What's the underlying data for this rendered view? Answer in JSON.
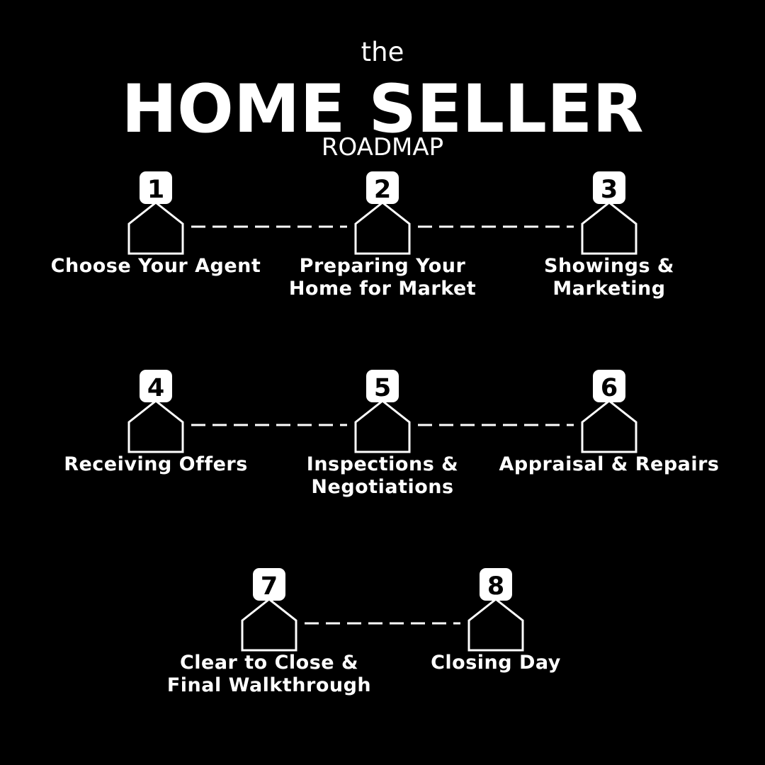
{
  "header": {
    "pre": "the",
    "title": "HOME SELLER",
    "sub": "ROADMAP"
  },
  "steps": [
    {
      "number": "1",
      "label": "Choose Your Agent"
    },
    {
      "number": "2",
      "label": "Preparing Your Home for Market"
    },
    {
      "number": "3",
      "label": "Showings & Marketing"
    },
    {
      "number": "4",
      "label": "Receiving Offers"
    },
    {
      "number": "5",
      "label": "Inspections & Negotiations"
    },
    {
      "number": "6",
      "label": "Appraisal & Repairs"
    },
    {
      "number": "7",
      "label": "Clear to Close & Final Walkthrough"
    },
    {
      "number": "8",
      "label": "Closing Day"
    }
  ],
  "colors": {
    "background": "#000000",
    "foreground": "#ffffff"
  },
  "icons": {
    "step_icon": "house-icon",
    "connector": "dashed-line"
  }
}
